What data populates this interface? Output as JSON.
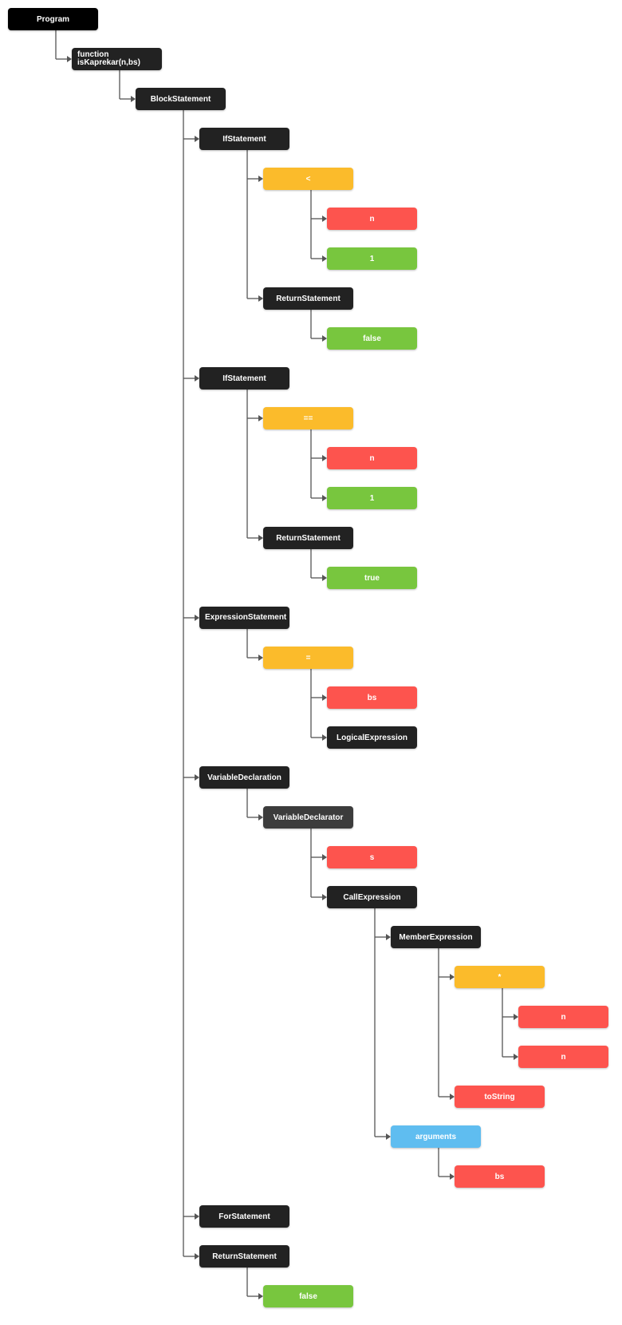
{
  "tree": {
    "label": "Program",
    "kind": "program",
    "children": [
      {
        "label": "function isKaprekar(n,bs)",
        "kind": "stmt",
        "align": "left",
        "children": [
          {
            "label": "BlockStatement",
            "kind": "stmt",
            "children": [
              {
                "label": "IfStatement",
                "kind": "stmt",
                "children": [
                  {
                    "label": "<",
                    "kind": "op",
                    "children": [
                      {
                        "label": "n",
                        "kind": "ident"
                      },
                      {
                        "label": "1",
                        "kind": "literal"
                      }
                    ]
                  },
                  {
                    "label": "ReturnStatement",
                    "kind": "stmt",
                    "children": [
                      {
                        "label": "false",
                        "kind": "literal"
                      }
                    ]
                  }
                ]
              },
              {
                "label": "IfStatement",
                "kind": "stmt",
                "children": [
                  {
                    "label": "==",
                    "kind": "op",
                    "children": [
                      {
                        "label": "n",
                        "kind": "ident"
                      },
                      {
                        "label": "1",
                        "kind": "literal"
                      }
                    ]
                  },
                  {
                    "label": "ReturnStatement",
                    "kind": "stmt",
                    "children": [
                      {
                        "label": "true",
                        "kind": "literal"
                      }
                    ]
                  }
                ]
              },
              {
                "label": "ExpressionStatement",
                "kind": "stmt",
                "align": "left",
                "children": [
                  {
                    "label": "=",
                    "kind": "op",
                    "children": [
                      {
                        "label": "bs",
                        "kind": "ident"
                      },
                      {
                        "label": "LogicalExpression",
                        "kind": "stmt"
                      }
                    ]
                  }
                ]
              },
              {
                "label": "VariableDeclaration",
                "kind": "stmt",
                "children": [
                  {
                    "label": "VariableDeclarator",
                    "kind": "decl",
                    "children": [
                      {
                        "label": "s",
                        "kind": "ident"
                      },
                      {
                        "label": "CallExpression",
                        "kind": "stmt",
                        "children": [
                          {
                            "label": "MemberExpression",
                            "kind": "stmt",
                            "children": [
                              {
                                "label": "*",
                                "kind": "op",
                                "children": [
                                  {
                                    "label": "n",
                                    "kind": "ident"
                                  },
                                  {
                                    "label": "n",
                                    "kind": "ident"
                                  }
                                ]
                              },
                              {
                                "label": "toString",
                                "kind": "ident"
                              }
                            ]
                          },
                          {
                            "label": "arguments",
                            "kind": "args",
                            "children": [
                              {
                                "label": "bs",
                                "kind": "ident"
                              }
                            ]
                          }
                        ]
                      }
                    ]
                  }
                ]
              },
              {
                "label": "ForStatement",
                "kind": "stmt"
              },
              {
                "label": "ReturnStatement",
                "kind": "stmt",
                "children": [
                  {
                    "label": "false",
                    "kind": "literal"
                  }
                ]
              }
            ]
          }
        ]
      }
    ]
  },
  "colors": {
    "program": "#000000",
    "stmt": "#222222",
    "decl": "#3c3c3c",
    "op": "#fbbb2b",
    "ident": "#fd544e",
    "literal": "#78c63e",
    "args": "#5fbdf0",
    "connector": "#555555"
  }
}
